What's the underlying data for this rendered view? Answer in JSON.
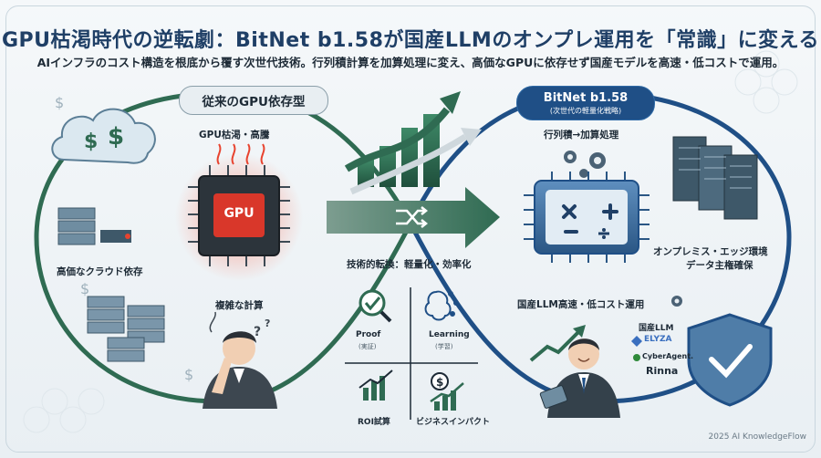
{
  "title": "GPU枯渇時代の逆転劇：BitNet b1.58が国産LLMのオンプレ運用を「常識」に変える",
  "subtitle": "AIインフラのコスト構造を根底から覆す次世代技術。行列積計算を加算処理に変え、高価なGPUに依存せず国産モデルを高速・低コストで運用。",
  "left": {
    "heading": "従来のGPU依存型",
    "gpu_shortage": "GPU枯渇・高騰",
    "chip_label": "GPU",
    "cloud_dependency": "高価なクラウド依存",
    "complex_compute": "複雑な計算"
  },
  "center": {
    "shift": "技術的転換：軽量化・効率化",
    "proof": "Proof",
    "proof_sub": "(実証)",
    "learning": "Learning",
    "learning_sub": "(学習)",
    "roi": "ROI試算",
    "business": "ビジネスインパクト"
  },
  "right": {
    "heading": "BitNet b1.58",
    "heading_sub": "(次世代の軽量化戦略)",
    "matmul": "行列積→加算処理",
    "onprem": "オンプレミス・エッジ環境",
    "sovereignty": "データ主権確保",
    "fast_low_cost": "国産LLM高速・低コスト運用",
    "domestic_llm": "国産LLM",
    "models": [
      "ELYZA",
      "CyberAgent.",
      "Rinna"
    ]
  },
  "credit": "2025 AI KnowledgeFlow",
  "colors": {
    "navy": "#1f4f86",
    "green": "#2f6b52",
    "gpu_glow": "#e8432f",
    "background": "#eef3f6"
  }
}
